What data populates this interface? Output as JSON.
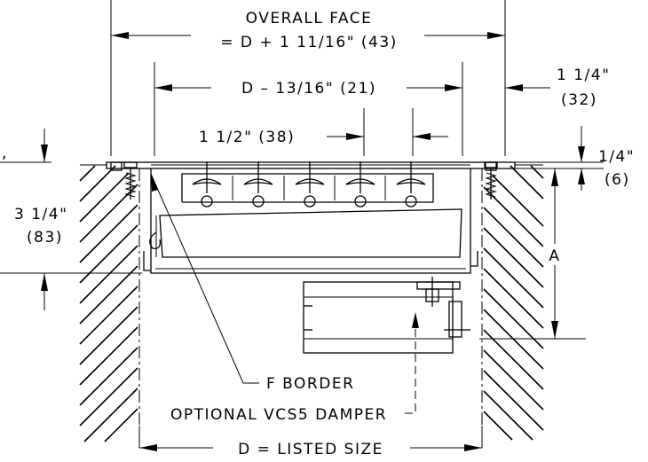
{
  "labels": {
    "overall_face_title": "OVERALL FACE",
    "overall_face_formula": "= D + 1 11/16\" (43)",
    "d_minus": "D – 13/16\" (21)",
    "pitch": "1 1/2\" (38)",
    "right_offset_in": "1 1/4\"",
    "right_offset_mm": "(32)",
    "flange_in": "1/4\"",
    "flange_mm": "(6)",
    "depth_in": "3 1/4\"",
    "depth_mm": "(83)",
    "dim_a": "A",
    "f_border": "F BORDER",
    "damper": "OPTIONAL VCS5 DAMPER",
    "listed_size": "D = LISTED SIZE",
    "left_fragment": ","
  }
}
